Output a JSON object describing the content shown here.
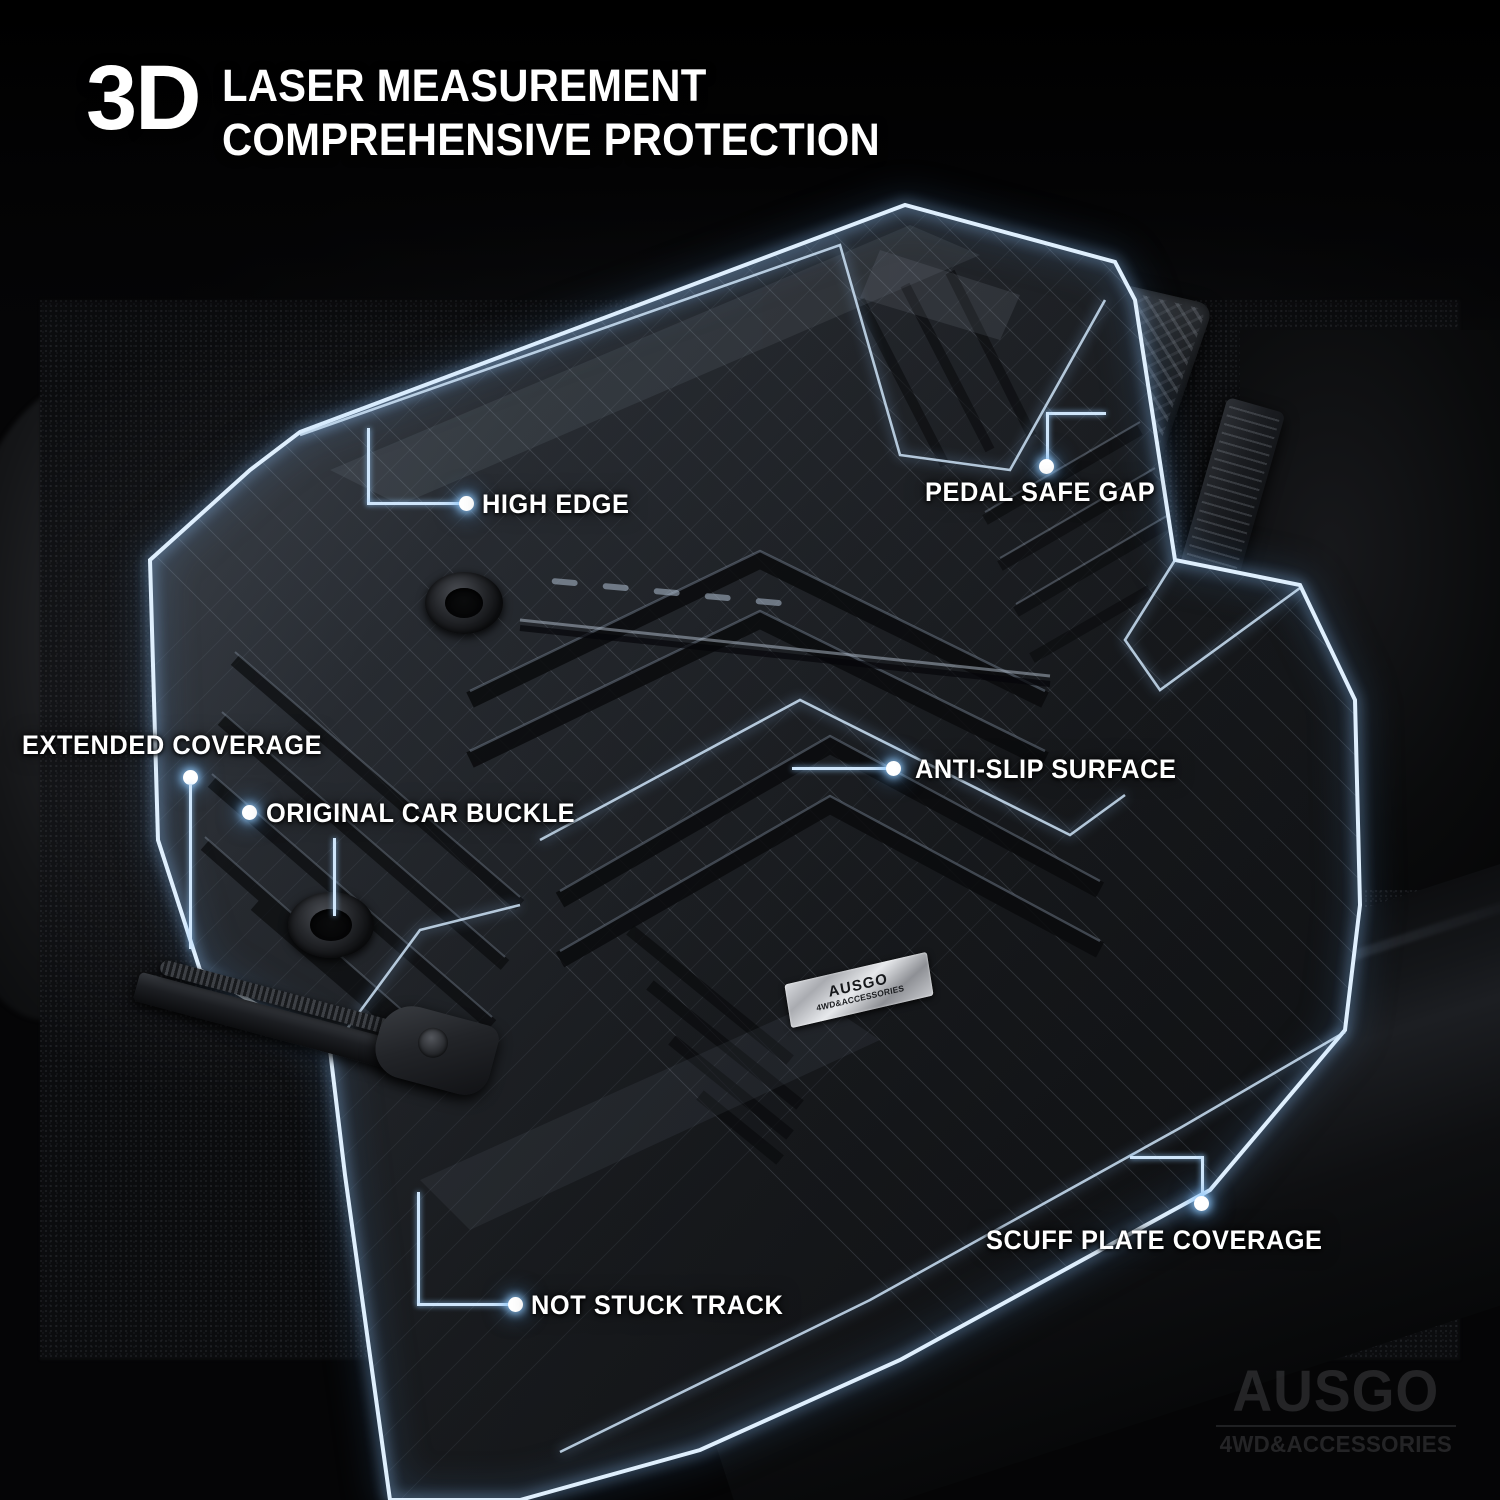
{
  "headline": {
    "prefix": "3D",
    "line1": "LASER MEASUREMENT",
    "line2": "COMPREHENSIVE PROTECTION"
  },
  "colors": {
    "glow": "#cfe6fb",
    "glow_accent": "#7fc0ff",
    "text": "#ffffff",
    "background": "#050506",
    "mat": "#1d1f23",
    "watermark": "#6b6d70"
  },
  "callouts": [
    {
      "id": "high-edge",
      "label": "HIGH EDGE"
    },
    {
      "id": "pedal-safe-gap",
      "label": "PEDAL SAFE GAP"
    },
    {
      "id": "extended-coverage",
      "label": "EXTENDED COVERAGE"
    },
    {
      "id": "original-car-buckle",
      "label": "ORIGINAL CAR BUCKLE"
    },
    {
      "id": "anti-slip-surface",
      "label": "ANTI-SLIP SURFACE"
    },
    {
      "id": "scuff-plate-coverage",
      "label": "SCUFF PLATE COVERAGE"
    },
    {
      "id": "not-stuck-track",
      "label": "NOT STUCK TRACK"
    }
  ],
  "badge": {
    "brand": "AUSGO",
    "tagline": "4WD&ACCESSORIES"
  },
  "watermark": {
    "brand": "AUSGO",
    "tagline": "4WD&ACCESSORIES"
  }
}
